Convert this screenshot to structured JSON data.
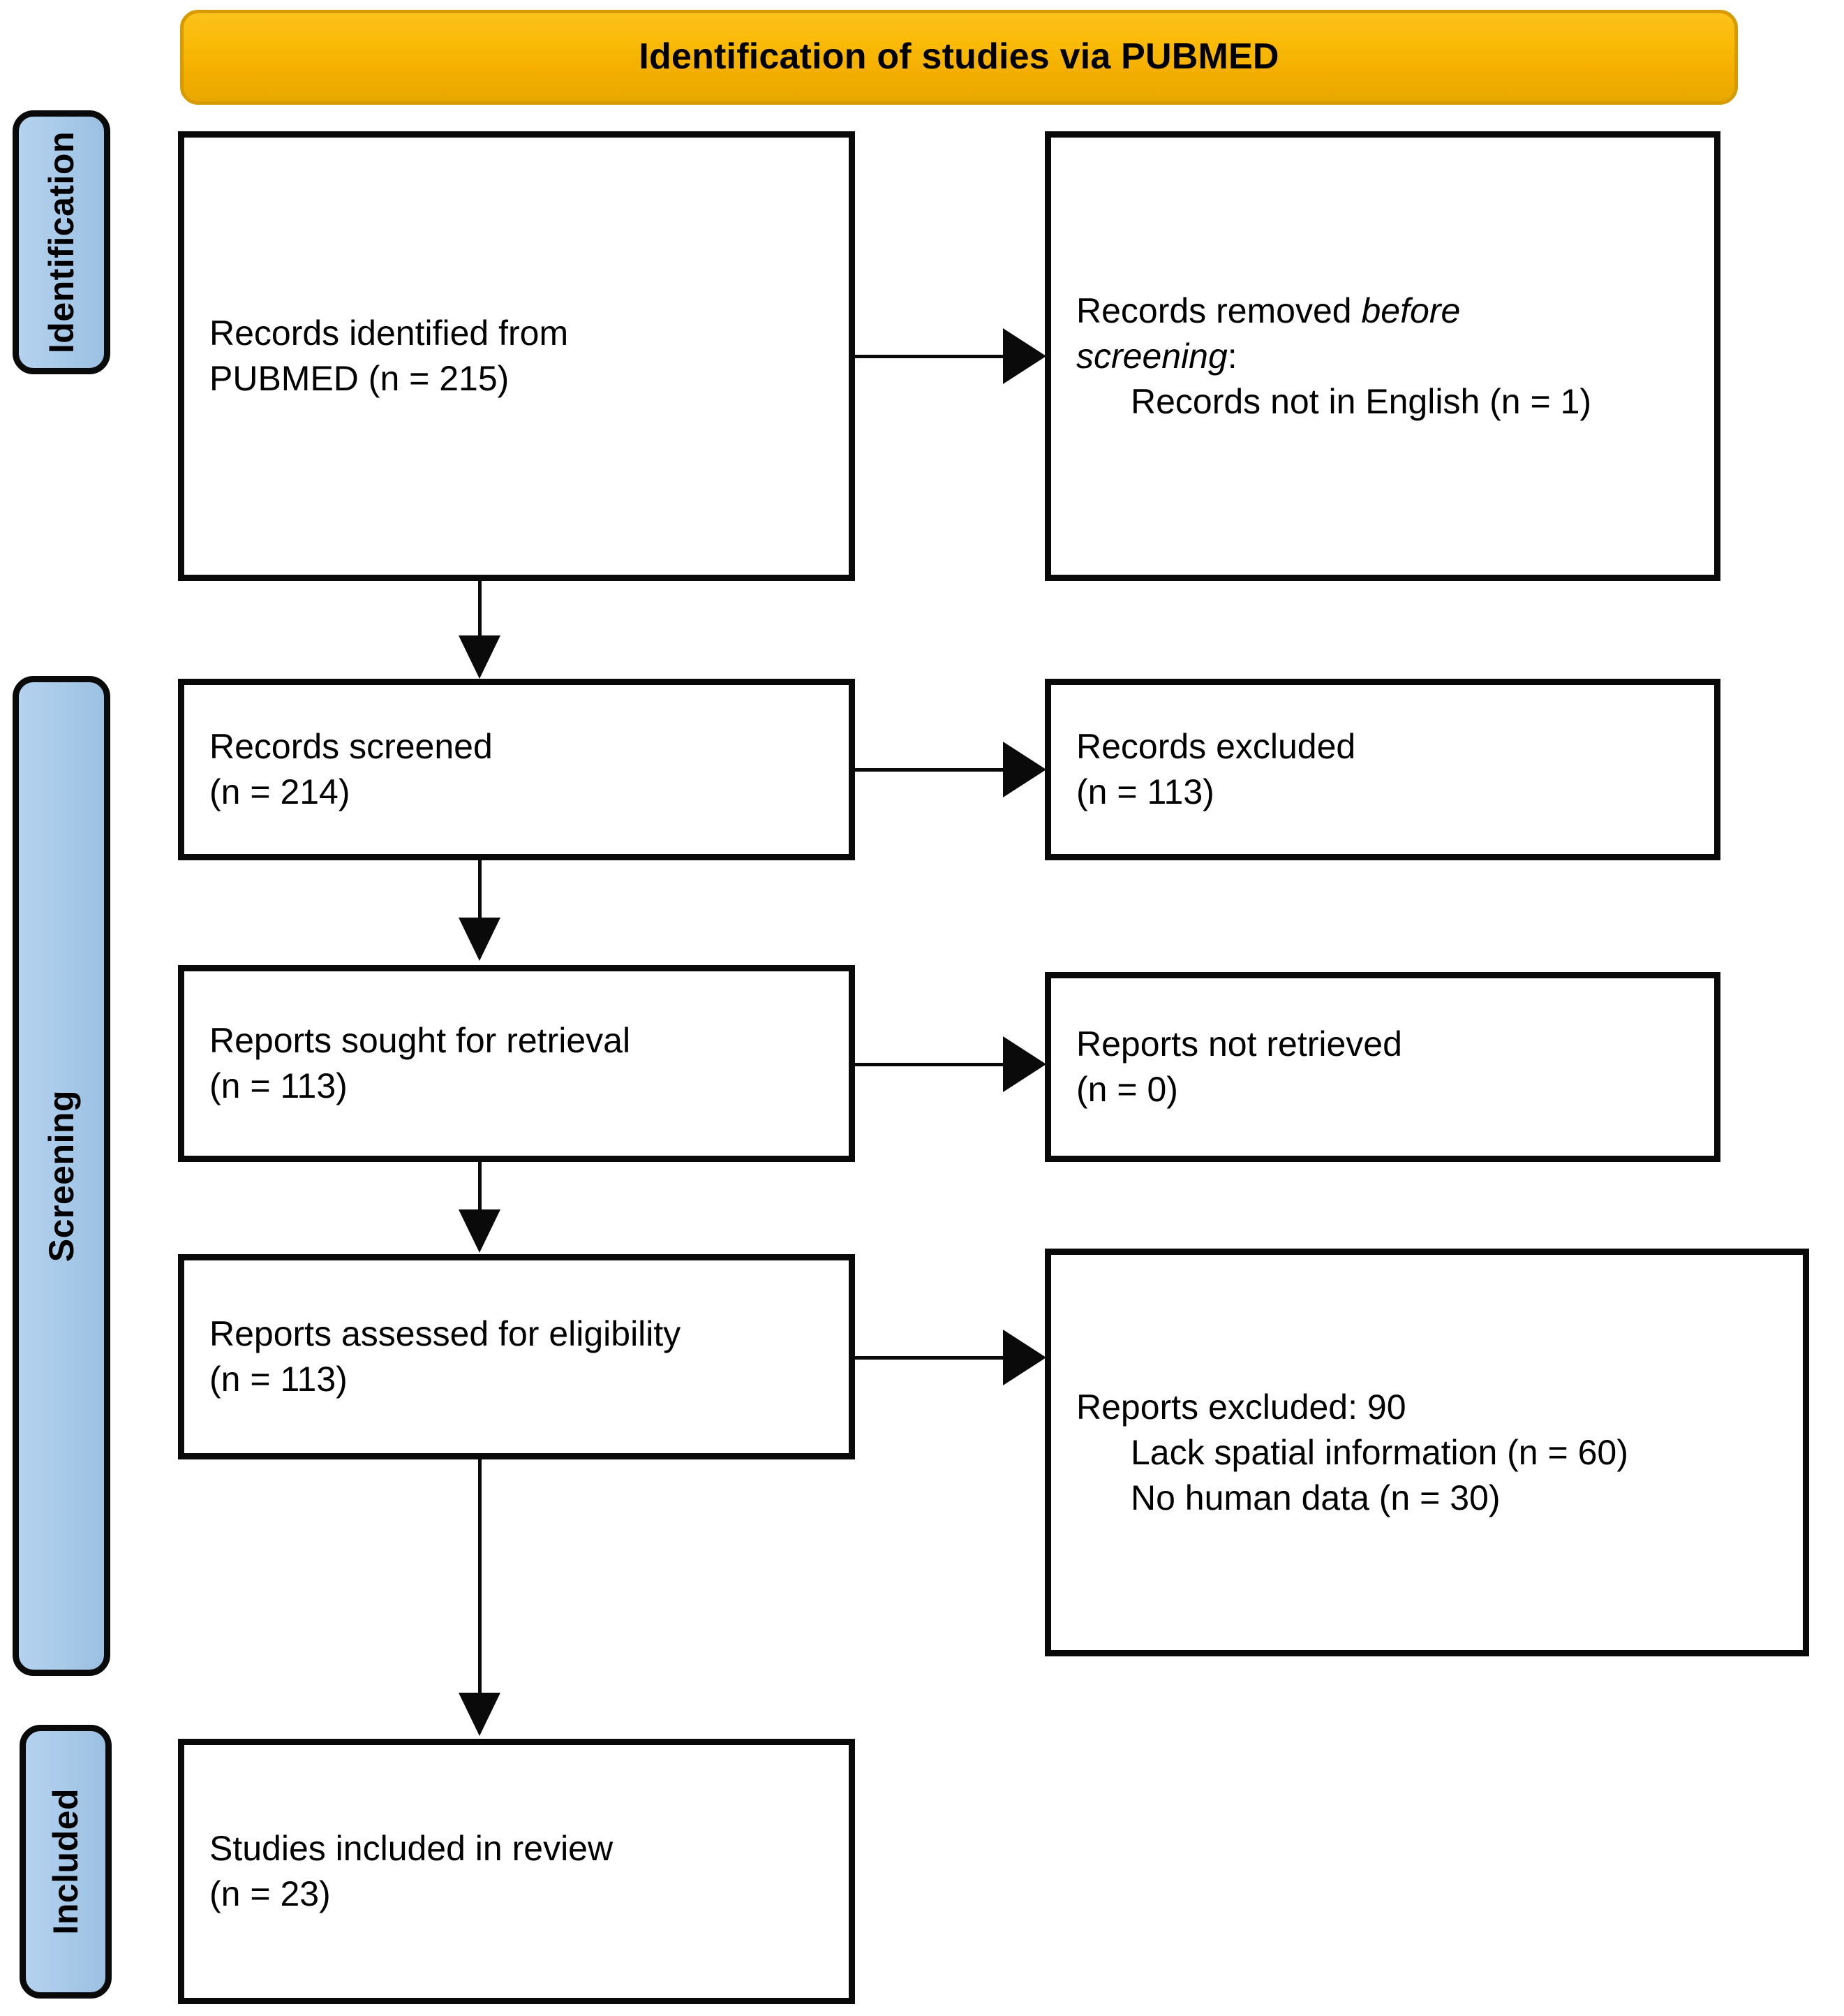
{
  "banner": {
    "title": "Identification of studies via PUBMED",
    "fill_color": "#F9B906",
    "border_color": "#D79B00"
  },
  "rails": {
    "fill_color": "#A7C9E8",
    "border_color": "#0A0A0A",
    "items": [
      {
        "id": "identification",
        "label": "Identification"
      },
      {
        "id": "screening",
        "label": "Screening"
      },
      {
        "id": "included",
        "label": "Included"
      }
    ]
  },
  "flow": {
    "box_border_color": "#0A0A0A",
    "box_fill_color": "#FFFFFF",
    "identified": {
      "line1": "Records identified from",
      "line2": "PUBMED (n = 215)"
    },
    "removed_before_screening": {
      "lead_plain": "Records removed ",
      "lead_italic": "before",
      "italic_line2": "screening",
      "colon": ":",
      "detail": "Records not in English (n = 1)"
    },
    "screened": {
      "line1": "Records screened",
      "line2": "(n = 214)"
    },
    "records_excluded": {
      "line1": "Records excluded",
      "line2": "(n = 113)"
    },
    "sought_for_retrieval": {
      "line1": "Reports sought for retrieval",
      "line2": "(n = 113)"
    },
    "not_retrieved": {
      "line1": "Reports not retrieved",
      "line2": "(n = 0)"
    },
    "assessed_for_eligibility": {
      "line1": "Reports assessed for eligibility",
      "line2": "(n = 113)"
    },
    "reports_excluded": {
      "line1": "Reports excluded: 90",
      "line2": "Lack spatial information (n = 60)",
      "line3": "No human data (n = 30)"
    },
    "included": {
      "line1": "Studies included in review",
      "line2": "(n = 23)"
    }
  },
  "chart_data": {
    "type": "diagram",
    "title": "Identification of studies via PUBMED",
    "diagram_kind": "PRISMA 2020 flow diagram",
    "stages": [
      "Identification",
      "Screening",
      "Included"
    ],
    "nodes": [
      {
        "id": "identified",
        "stage": "Identification",
        "side": "main",
        "label": "Records identified from PUBMED",
        "n": 215
      },
      {
        "id": "removed_before",
        "stage": "Identification",
        "side": "exclude",
        "label": "Records removed before screening: Records not in English",
        "n": 1
      },
      {
        "id": "screened",
        "stage": "Screening",
        "side": "main",
        "label": "Records screened",
        "n": 214
      },
      {
        "id": "records_excluded",
        "stage": "Screening",
        "side": "exclude",
        "label": "Records excluded",
        "n": 113
      },
      {
        "id": "sought",
        "stage": "Screening",
        "side": "main",
        "label": "Reports sought for retrieval",
        "n": 113
      },
      {
        "id": "not_retrieved",
        "stage": "Screening",
        "side": "exclude",
        "label": "Reports not retrieved",
        "n": 0
      },
      {
        "id": "assessed",
        "stage": "Screening",
        "side": "main",
        "label": "Reports assessed for eligibility",
        "n": 113
      },
      {
        "id": "reports_excluded",
        "stage": "Screening",
        "side": "exclude",
        "label": "Reports excluded",
        "n": 90,
        "reasons": [
          {
            "label": "Lack spatial information",
            "n": 60
          },
          {
            "label": "No human data",
            "n": 30
          }
        ]
      },
      {
        "id": "included",
        "stage": "Included",
        "side": "main",
        "label": "Studies included in review",
        "n": 23
      }
    ],
    "edges": [
      {
        "from": "identified",
        "to": "removed_before",
        "direction": "right"
      },
      {
        "from": "identified",
        "to": "screened",
        "direction": "down"
      },
      {
        "from": "screened",
        "to": "records_excluded",
        "direction": "right"
      },
      {
        "from": "screened",
        "to": "sought",
        "direction": "down"
      },
      {
        "from": "sought",
        "to": "not_retrieved",
        "direction": "right"
      },
      {
        "from": "sought",
        "to": "assessed",
        "direction": "down"
      },
      {
        "from": "assessed",
        "to": "reports_excluded",
        "direction": "right"
      },
      {
        "from": "assessed",
        "to": "included",
        "direction": "down"
      }
    ]
  }
}
